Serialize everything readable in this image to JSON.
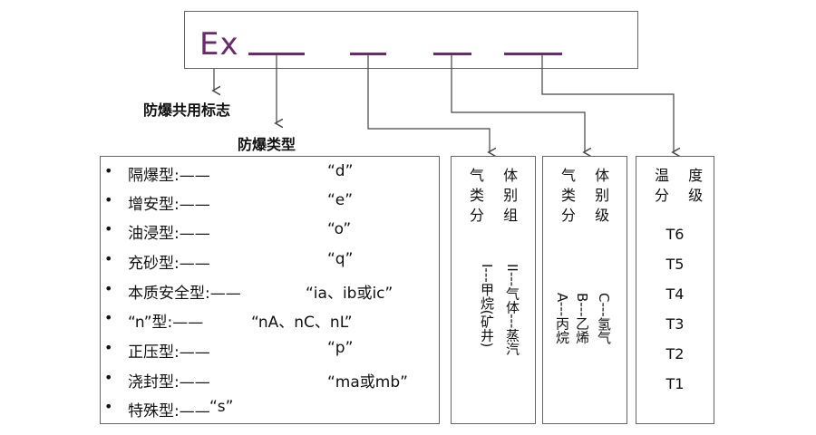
{
  "ex_label": "Ex",
  "common_mark_label": "防爆共用标志",
  "type_label": "防爆类型",
  "types": [
    {
      "name": "隔爆型:——",
      "code": "“d”"
    },
    {
      "name": "增安型:——",
      "code": "“e”"
    },
    {
      "name": "油浸型:——",
      "code": "“o”"
    },
    {
      "name": "充砂型:——",
      "code": "“q”"
    },
    {
      "name": "本质安全型:——",
      "code": "“ia、ib或ic”"
    },
    {
      "name": "“n”型:——",
      "code": "“nA、nC、nL”"
    },
    {
      "name": "正压型:——",
      "code": "“p”"
    },
    {
      "name": "浇封型:——",
      "code": "“ma或mb”"
    },
    {
      "name": "特殊型:——",
      "code": "“s”"
    }
  ],
  "bullet": "•",
  "gas_group": {
    "title": [
      "气 体",
      "类 别",
      "分 组"
    ],
    "entries": [
      "I---甲烷(矿井)",
      "II---气体---蒸汽"
    ]
  },
  "gas_class": {
    "title": [
      "气 体",
      "类 别",
      "分 级"
    ],
    "entries": [
      "A---丙烷",
      "B---乙烯",
      "C---氢气"
    ]
  },
  "temp_group": {
    "title": [
      "温 度",
      "分 级"
    ],
    "items": [
      "T6",
      "T5",
      "T4",
      "T3",
      "T2",
      "T1"
    ]
  },
  "colors": {
    "accent": "#6b2a6e",
    "border": "#666666"
  }
}
